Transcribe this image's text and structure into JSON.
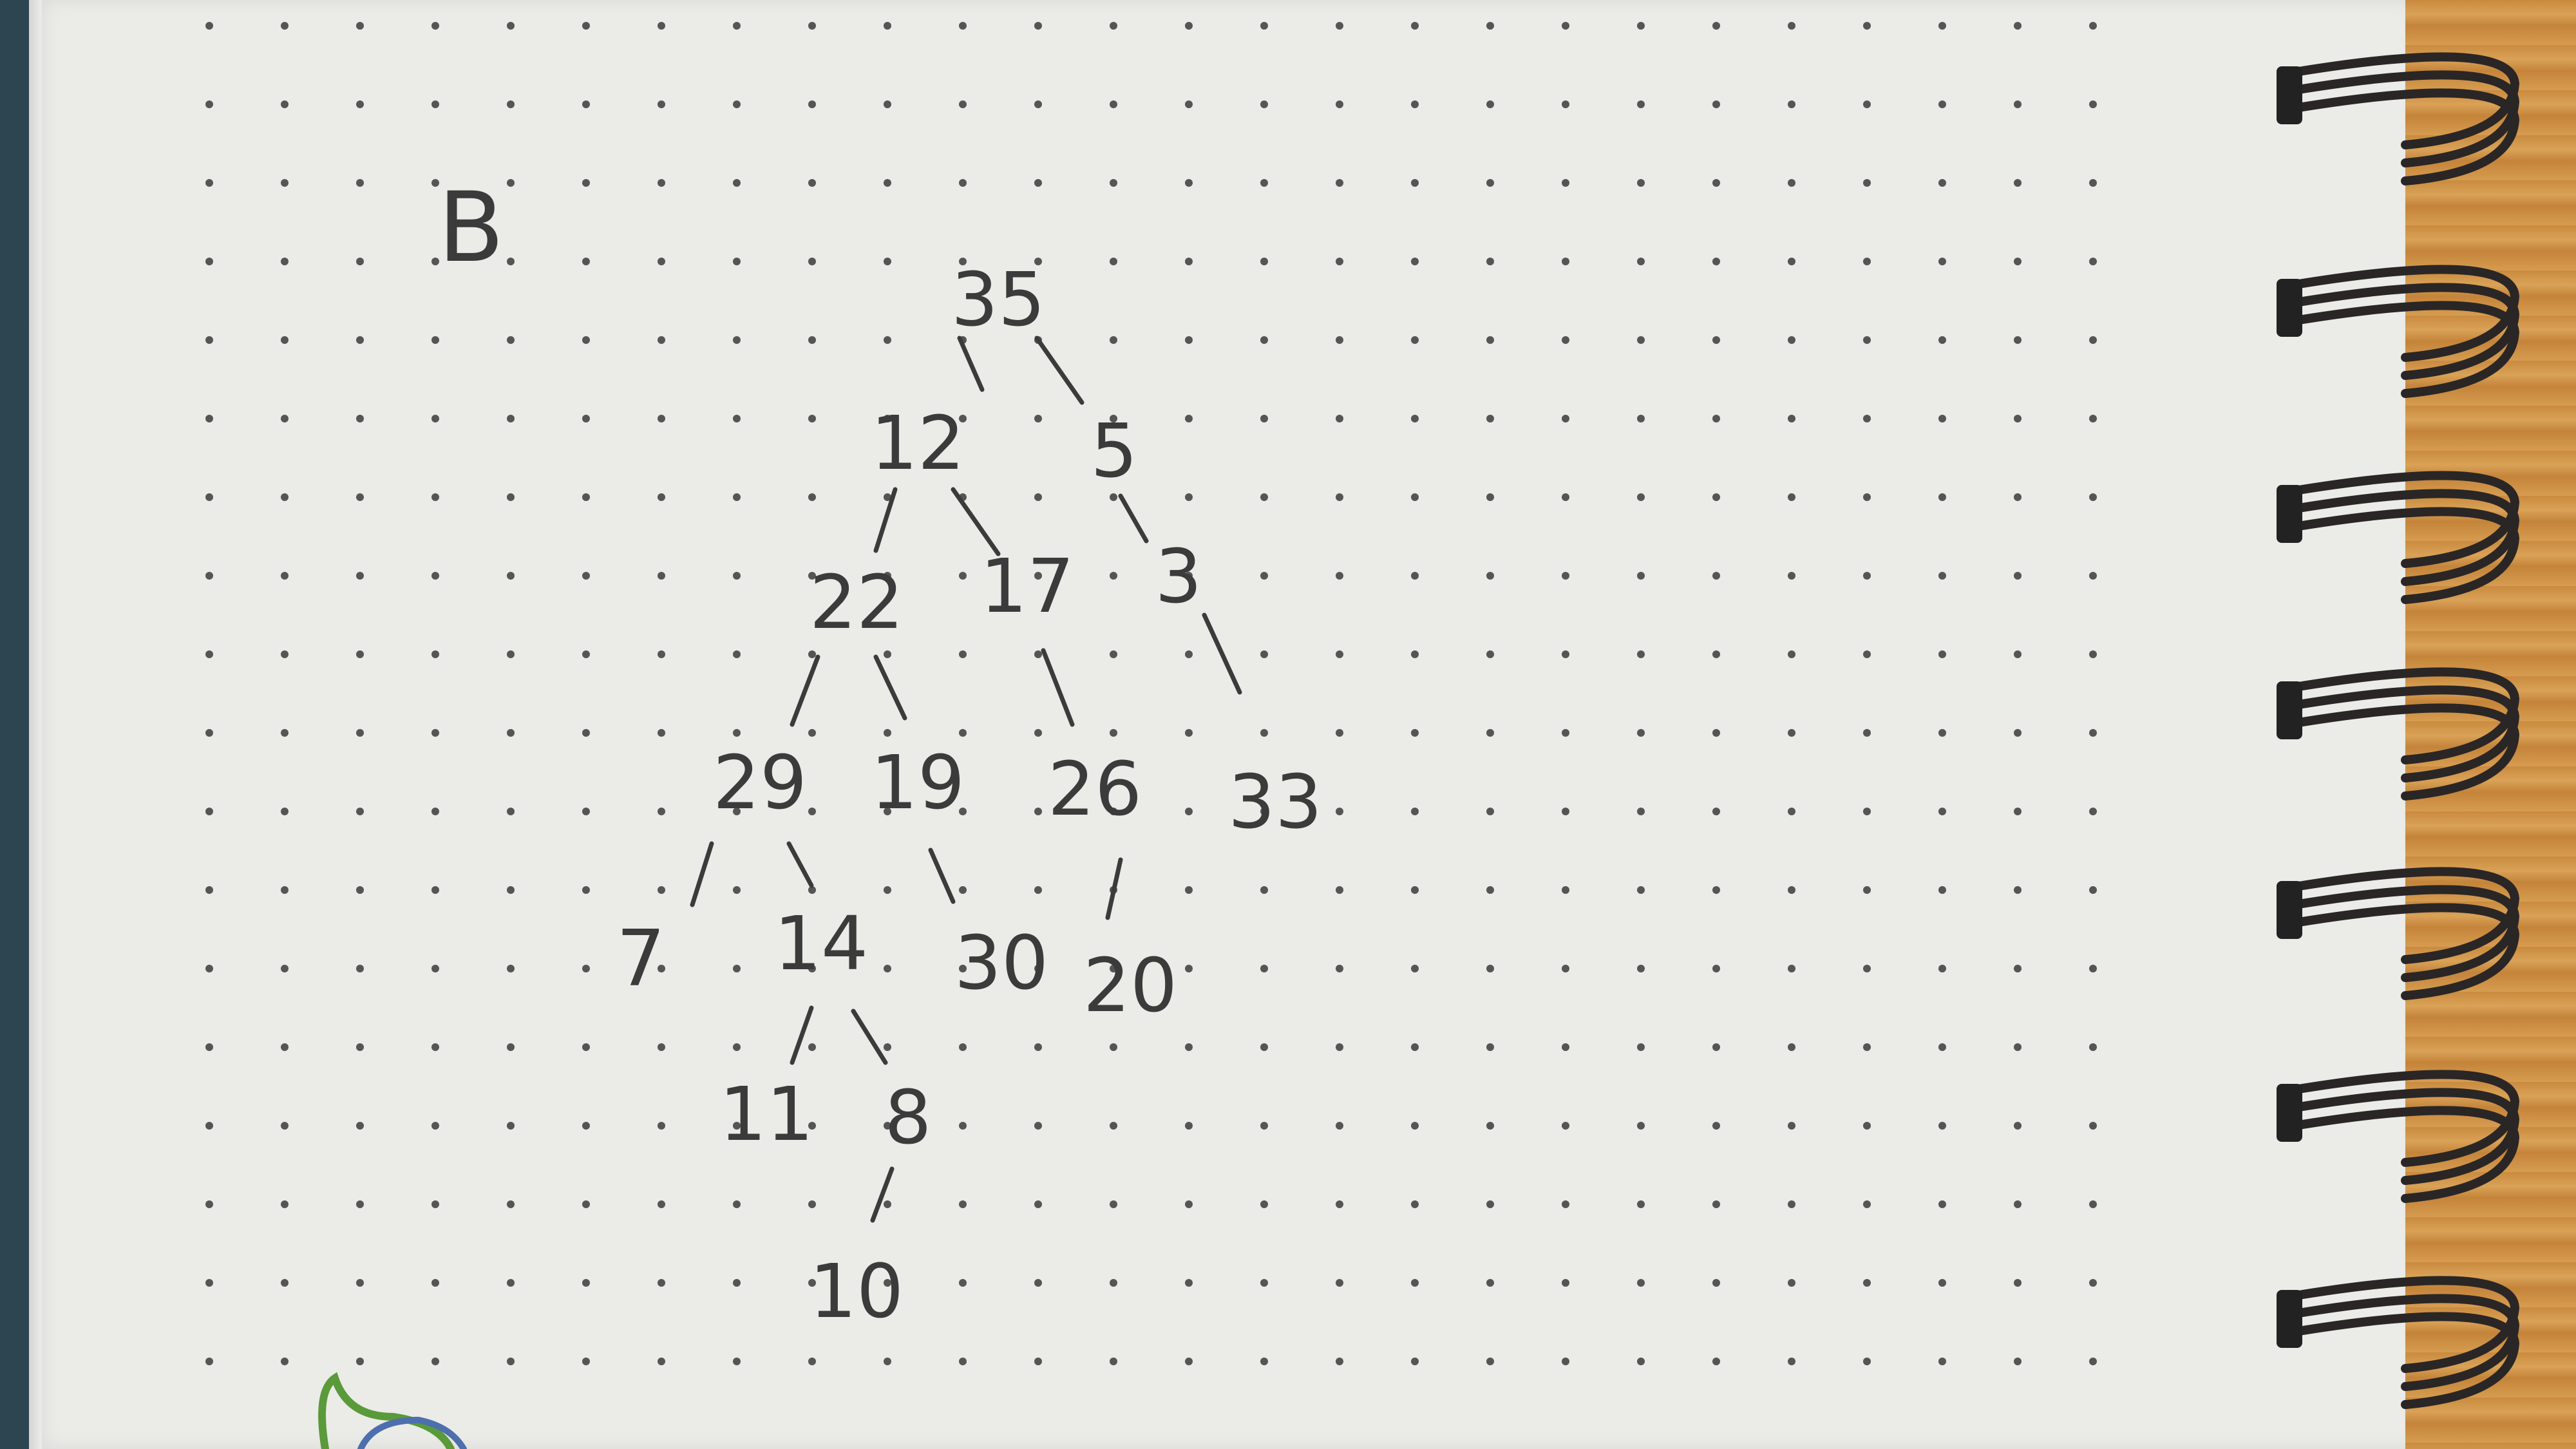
{
  "section_label": "B",
  "tree": {
    "root": "35",
    "level_1": [
      "12",
      "5"
    ],
    "level_2": [
      "22",
      "17",
      "3"
    ],
    "level_3": [
      "29",
      "19",
      "26",
      "33"
    ],
    "level_4": [
      "7",
      "14",
      "30",
      "20"
    ],
    "level_5": [
      "11",
      "8"
    ],
    "level_6": [
      "10"
    ]
  },
  "colors": {
    "paper": "#ebebe8",
    "dot": "#555555",
    "pencil": "#3b3b3b",
    "coil": "#2a2626",
    "desk": "#d09548"
  }
}
